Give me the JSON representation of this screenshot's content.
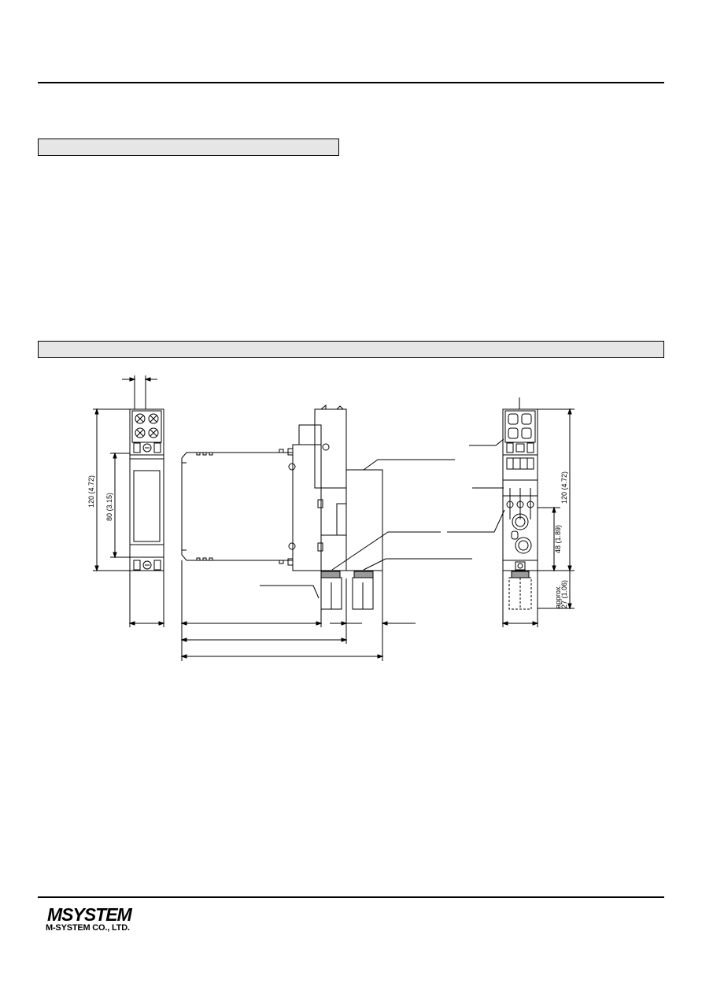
{
  "dimensions": {
    "height_total": "120 (4.72)",
    "height_body": "80 (3.15)",
    "height_right": "120 (4.72)",
    "height_48": "48 (1.89)",
    "approx_label": "approx.",
    "depth_27": "27 (1.06)"
  },
  "footer": {
    "logo_text": "MSYSTEM",
    "company_name": "M-SYSTEM CO., LTD."
  }
}
